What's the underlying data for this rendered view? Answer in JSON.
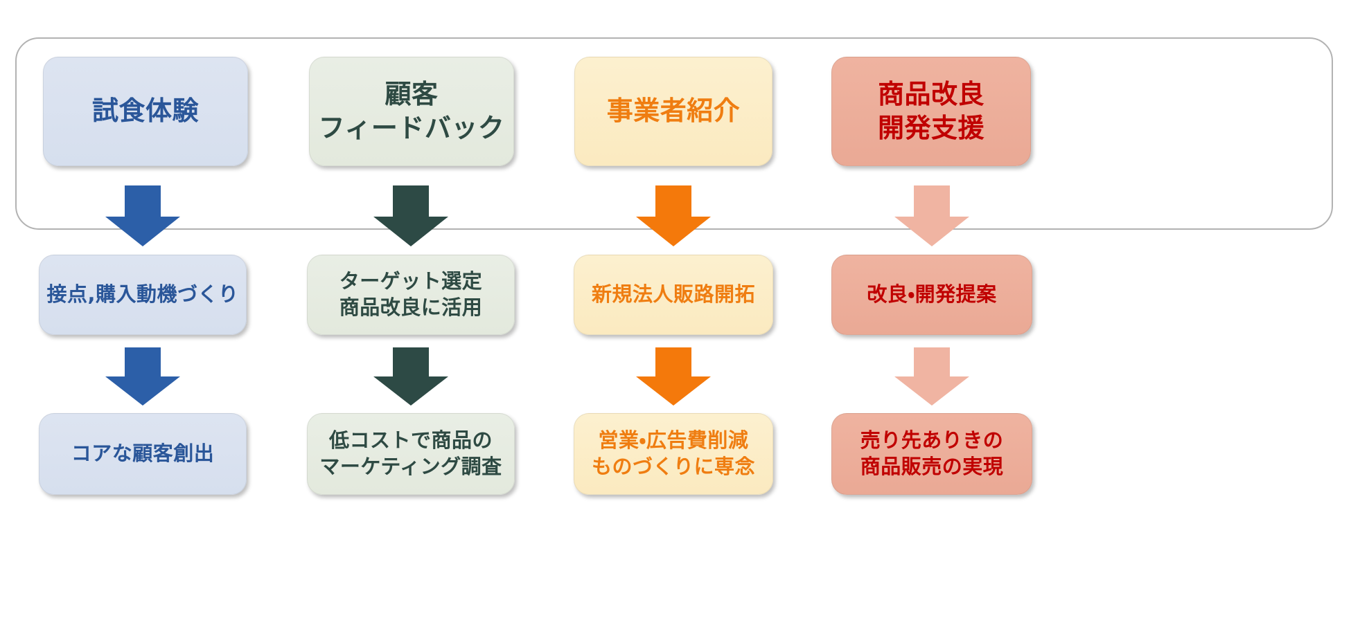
{
  "diagram": {
    "type": "flowchart",
    "columns": 4,
    "rows": 3,
    "top_frame": {
      "label": "outer-rounded-container",
      "border_color": "#b2b2b2"
    },
    "tracks": [
      {
        "key": "tasting",
        "theme": "blue",
        "box_color": "#dce3f0",
        "text_color": "#2a5699",
        "arrow_color": "#2c5fa8",
        "row1": "試食体験",
        "row2": "接点,購入動機づくり",
        "row3": "コアな顧客創出"
      },
      {
        "key": "feedback",
        "theme": "green",
        "box_color": "#e6ebe2",
        "text_color": "#2e4a43",
        "arrow_color": "#2d4a45",
        "row1": "顧客\nフィードバック",
        "row2": "ターゲット選定\n商品改良に活用",
        "row3": "低コストで商品の\nマーケティング調査"
      },
      {
        "key": "business-intro",
        "theme": "orange",
        "box_color": "#fbeec8",
        "text_color": "#ef7d11",
        "arrow_color": "#f4790b",
        "row1": "事業者紹介",
        "row2": "新規法人販路開拓",
        "row3": "営業・広告費削減\nものづくりに専念"
      },
      {
        "key": "product-improvement",
        "theme": "red",
        "box_color": "#eeae9a",
        "text_color": "#c00000",
        "arrow_color": "#f0b4a2",
        "row1": "商品改良\n開発支援",
        "row2": "改良・開発提案",
        "row3": "売り先ありきの\n商品販売の実現"
      }
    ]
  }
}
